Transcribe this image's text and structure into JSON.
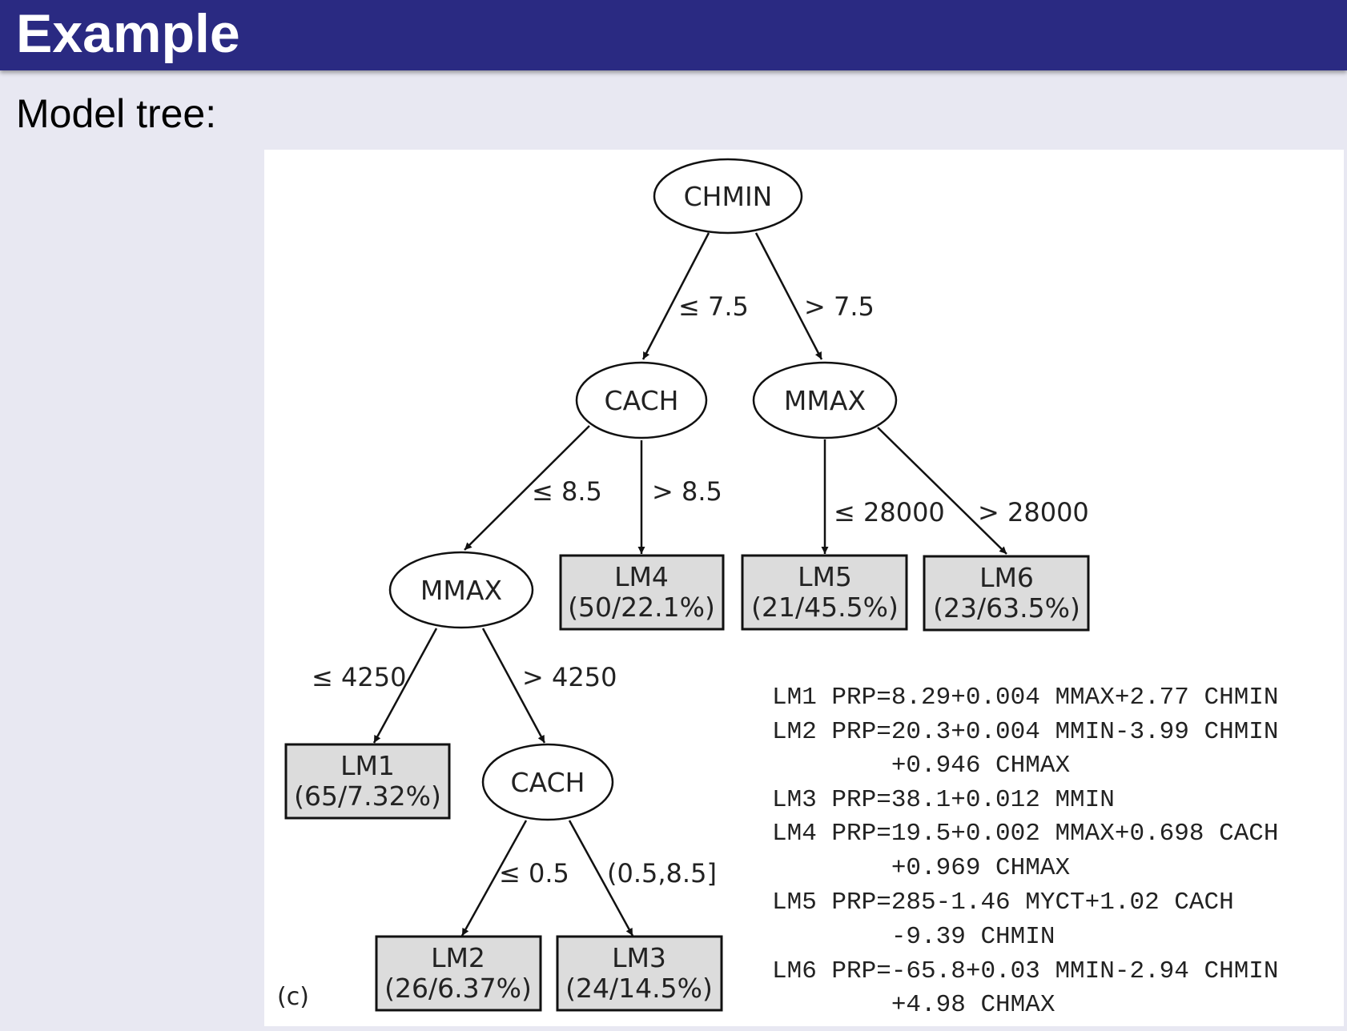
{
  "slide": {
    "title": "Example",
    "subtitle": "Model tree:"
  },
  "figure": {
    "panel_tag": "(c)",
    "split_nodes": [
      {
        "id": "root",
        "label": "CHMIN"
      },
      {
        "id": "cach1",
        "label": "CACH"
      },
      {
        "id": "mmax1",
        "label": "MMAX"
      },
      {
        "id": "mmax2",
        "label": "MMAX"
      },
      {
        "id": "cach2",
        "label": "CACH"
      }
    ],
    "leaves": [
      {
        "id": "lm1",
        "name": "LM1",
        "stats": "(65/7.32%)"
      },
      {
        "id": "lm2",
        "name": "LM2",
        "stats": "(26/6.37%)"
      },
      {
        "id": "lm3",
        "name": "LM3",
        "stats": "(24/14.5%)"
      },
      {
        "id": "lm4",
        "name": "LM4",
        "stats": "(50/22.1%)"
      },
      {
        "id": "lm5",
        "name": "LM5",
        "stats": "(21/45.5%)"
      },
      {
        "id": "lm6",
        "name": "LM6",
        "stats": "(23/63.5%)"
      }
    ],
    "edges": [
      {
        "from": "root",
        "to": "cach1",
        "label": "≤ 7.5"
      },
      {
        "from": "root",
        "to": "mmax1",
        "label": "> 7.5"
      },
      {
        "from": "cach1",
        "to": "mmax2",
        "label": "≤ 8.5"
      },
      {
        "from": "cach1",
        "to": "lm4",
        "label": "> 8.5"
      },
      {
        "from": "mmax1",
        "to": "lm5",
        "label": "≤ 28000"
      },
      {
        "from": "mmax1",
        "to": "lm6",
        "label": "> 28000"
      },
      {
        "from": "mmax2",
        "to": "lm1",
        "label": "≤ 4250"
      },
      {
        "from": "mmax2",
        "to": "cach2",
        "label": "> 4250"
      },
      {
        "from": "cach2",
        "to": "lm2",
        "label": "≤ 0.5"
      },
      {
        "from": "cach2",
        "to": "lm3",
        "label": "(0.5,8.5]"
      }
    ],
    "equations": [
      "LM1 PRP=8.29+0.004 MMAX+2.77 CHMIN",
      "LM2 PRP=20.3+0.004 MMIN-3.99 CHMIN",
      "        +0.946 CHMAX",
      "LM3 PRP=38.1+0.012 MMIN",
      "LM4 PRP=19.5+0.002 MMAX+0.698 CACH",
      "        +0.969 CHMAX",
      "LM5 PRP=285-1.46 MYCT+1.02 CACH",
      "        -9.39 CHMIN",
      "LM6 PRP=-65.8+0.03 MMIN-2.94 CHMIN",
      "        +4.98 CHMAX"
    ],
    "colors": {
      "leaf_fill": "#dcdcdc",
      "stroke": "#111111",
      "title_bar": "#2a2a82",
      "background": "#e8e8f2"
    }
  }
}
